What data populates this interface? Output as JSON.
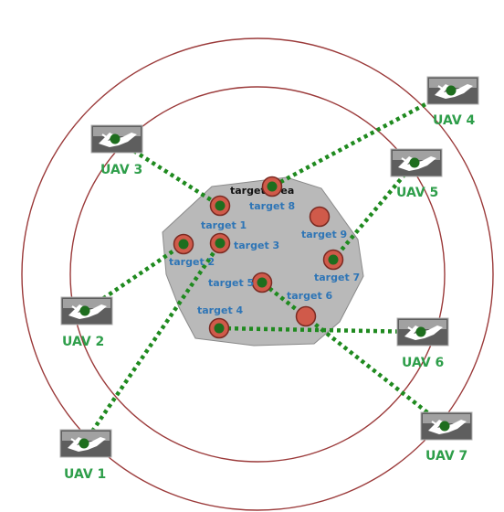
{
  "diagram": {
    "area_label": "target area",
    "colors": {
      "ring": "#9b3a3a",
      "area_fill": "#b9b9b9",
      "link": "#1f8a1f",
      "target_outer": "#d05a4a",
      "target_inner": "#1e6e1e",
      "uav_label": "#2e9e4a",
      "target_label": "#2e75b6"
    },
    "uavs": [
      {
        "id": "uav1",
        "label": "UAV 1",
        "icon": "uav-drone-icon"
      },
      {
        "id": "uav2",
        "label": "UAV 2",
        "icon": "uav-drone-icon"
      },
      {
        "id": "uav3",
        "label": "UAV 3",
        "icon": "uav-drone-icon"
      },
      {
        "id": "uav4",
        "label": "UAV 4",
        "icon": "uav-drone-icon"
      },
      {
        "id": "uav5",
        "label": "UAV 5",
        "icon": "uav-drone-icon"
      },
      {
        "id": "uav6",
        "label": "UAV 6",
        "icon": "uav-drone-icon"
      },
      {
        "id": "uav7",
        "label": "UAV 7",
        "icon": "uav-drone-icon"
      }
    ],
    "targets": [
      {
        "id": "t1",
        "label": "target 1",
        "assigned": true
      },
      {
        "id": "t2",
        "label": "target 2",
        "assigned": true
      },
      {
        "id": "t3",
        "label": "target 3",
        "assigned": true
      },
      {
        "id": "t4",
        "label": "target 4",
        "assigned": true
      },
      {
        "id": "t5",
        "label": "target 5",
        "assigned": true
      },
      {
        "id": "t6",
        "label": "target 6",
        "assigned": false
      },
      {
        "id": "t7",
        "label": "target 7",
        "assigned": true
      },
      {
        "id": "t8",
        "label": "target 8",
        "assigned": true
      },
      {
        "id": "t9",
        "label": "target 9",
        "assigned": false
      }
    ],
    "links": [
      {
        "from": "uav1",
        "to": "t3"
      },
      {
        "from": "uav2",
        "to": "t2"
      },
      {
        "from": "uav3",
        "to": "t1"
      },
      {
        "from": "uav4",
        "to": "t8"
      },
      {
        "from": "uav5",
        "to": "t7"
      },
      {
        "from": "uav6",
        "to": "t4"
      },
      {
        "from": "uav7",
        "to": "t5"
      }
    ]
  }
}
